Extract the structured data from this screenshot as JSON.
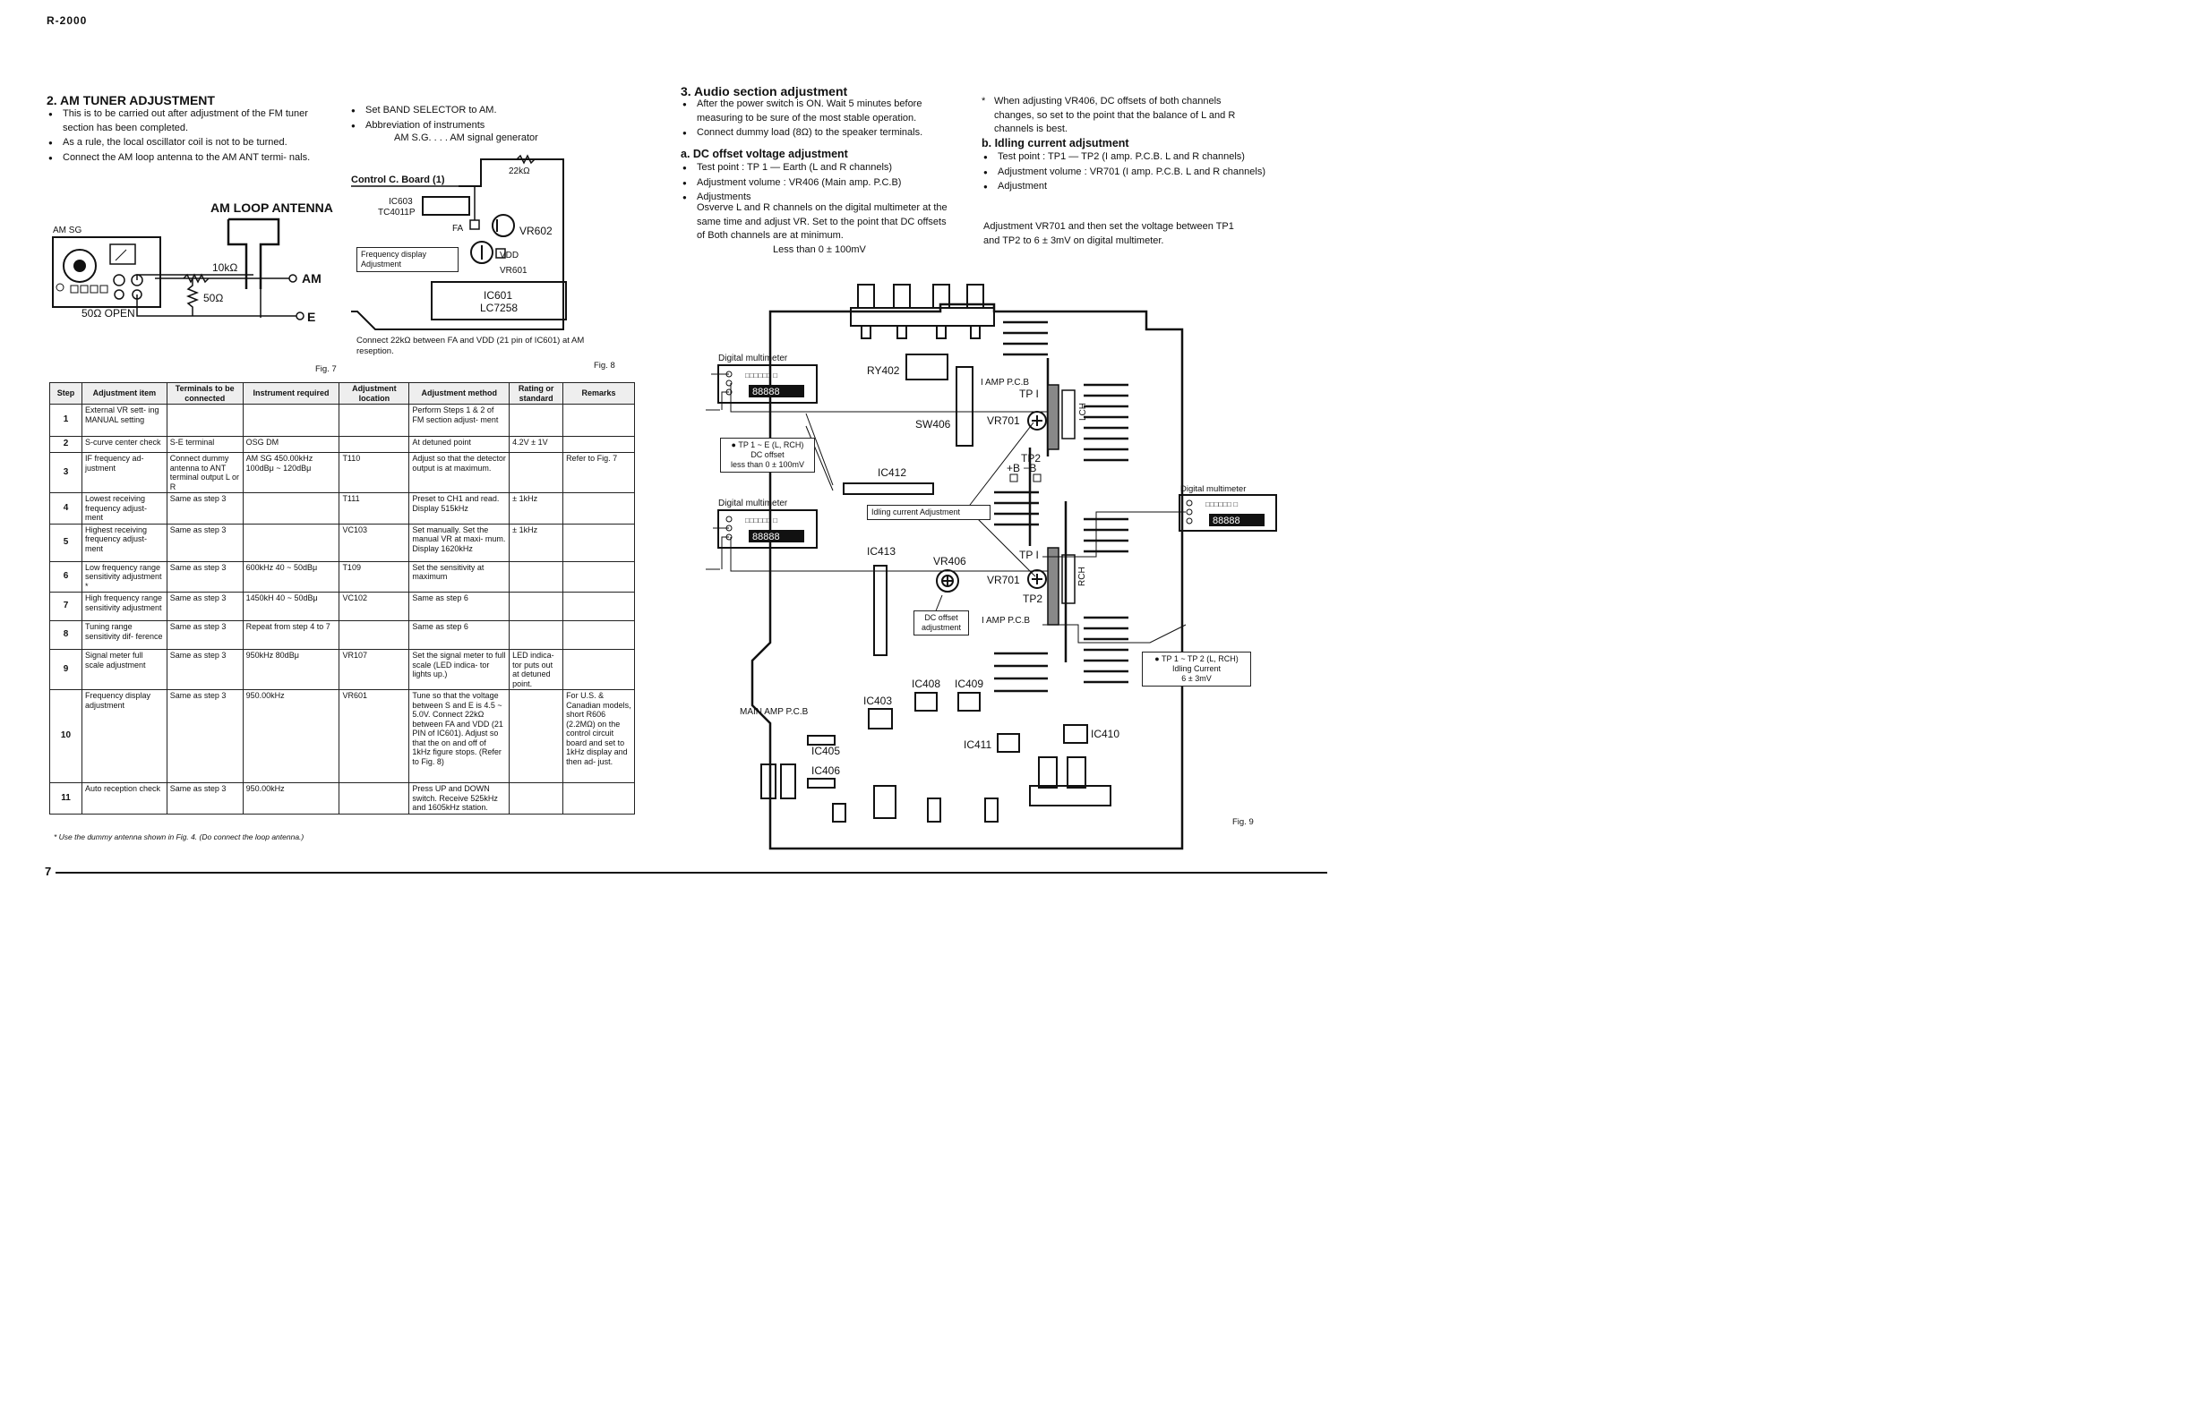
{
  "header": {
    "model": "R-2000",
    "page_number": "7"
  },
  "am": {
    "title": "2. AM TUNER ADJUSTMENT",
    "bullets": [
      "This is to be carried out after adjustment of the FM tuner section has been completed.",
      "As a rule, the local oscillator coil is not to be turned.",
      "Connect the AM loop antenna to the AM ANT termi- nals."
    ],
    "bullets_right": [
      "Set BAND SELECTOR to AM.",
      "Abbreviation of instruments"
    ],
    "abbr": "AM S.G. . . . AM signal generator",
    "fig7": {
      "loop_antenna": "AM LOOP ANTENNA",
      "am_sg": "AM SG",
      "r10k": "10kΩ",
      "r50": "50Ω",
      "open": "50Ω OPEN",
      "am_term": "AM",
      "e_term": "E",
      "caption": "Fig. 7"
    },
    "fig8": {
      "title": "Control C. Board (1)",
      "r22k": "22kΩ",
      "ic603": "IC603",
      "tc4011": "TC4011P",
      "fa": "FA",
      "vr602": "VR602",
      "vdd": "VDD",
      "vr601": "VR601",
      "freq_box": "Frequency display Adjustment",
      "ic601": "IC601",
      "lc7258": "LC7258",
      "note": "Connect 22kΩ between FA and VDD (21 pin of IC601) at AM reseption.",
      "caption": "Fig. 8"
    },
    "table": {
      "headers": [
        "Step",
        "Adjustment item",
        "Terminals to be connected",
        "Instrument required",
        "Adjustment location",
        "Adjustment method",
        "Rating or standard",
        "Remarks"
      ],
      "rows": [
        [
          "1",
          "External VR sett- ing MANUAL setting",
          "",
          "",
          "",
          "Perform Steps 1 & 2 of FM section adjust- ment",
          "",
          ""
        ],
        [
          "2",
          "S-curve center check",
          "S-E terminal",
          "OSG DM",
          "",
          "At detuned point",
          "4.2V ± 1V",
          ""
        ],
        [
          "3",
          "IF frequency ad- justment",
          "Connect dummy antenna to ANT terminal output L or R",
          "AM SG 450.00kHz 100dBμ ~ 120dBμ",
          "T110",
          "Adjust so that the detector output is at maximum.",
          "",
          "Refer to Fig. 7"
        ],
        [
          "4",
          "Lowest receiving frequency adjust- ment",
          "Same as step 3",
          "",
          "T111",
          "Preset to CH1 and read. Display 515kHz",
          "± 1kHz",
          ""
        ],
        [
          "5",
          "Highest receiving frequency adjust- ment",
          "Same as step 3",
          "",
          "VC103",
          "Set manually. Set the manual VR at maxi- mum. Display 1620kHz",
          "± 1kHz",
          ""
        ],
        [
          "6",
          "Low frequency range sensitivity adjustment *",
          "Same as step 3",
          "600kHz 40 ~ 50dBμ",
          "T109",
          "Set the sensitivity at maximum",
          "",
          ""
        ],
        [
          "7",
          "High frequency range sensitivity adjustment",
          "Same as step 3",
          "1450kH 40 ~ 50dBμ",
          "VC102",
          "Same as step 6",
          "",
          ""
        ],
        [
          "8",
          "Tuning range sensitivity dif- ference",
          "Same as step 3",
          "Repeat from step 4 to 7",
          "",
          "Same as step 6",
          "",
          ""
        ],
        [
          "9",
          "Signal meter full scale adjustment",
          "Same as step 3",
          "950kHz 80dBμ",
          "VR107",
          "Set the signal meter to full scale (LED indica- tor lights up.)",
          "LED indica- tor puts out at detuned point.",
          ""
        ],
        [
          "10",
          "Frequency display adjustment",
          "Same as step 3",
          "950.00kHz",
          "VR601",
          "Tune so that the voltage between S and E is 4.5 ~ 5.0V. Connect 22kΩ between FA and VDD (21 PIN of IC601). Adjust so that the on and off of 1kHz figure stops. (Refer to Fig. 8)",
          "",
          "For U.S. & Canadian models, short R606 (2.2MΩ) on the control circuit board and set to 1kHz display and then ad- just."
        ],
        [
          "11",
          "Auto reception check",
          "Same as step 3",
          "950.00kHz",
          "",
          "Press UP and DOWN switch. Receive 525kHz and 1605kHz station.",
          "",
          ""
        ]
      ],
      "footnote": "* Use the dummy antenna shown in Fig. 4. (Do connect the loop antenna.)"
    }
  },
  "audio": {
    "title": "3. Audio section adjustment",
    "bullets": [
      "After the power switch is ON. Wait 5 minutes before measuring to be sure of the most stable operation.",
      "Connect dummy load (8Ω) to the speaker terminals."
    ],
    "dc_title": "a. DC offset voltage adjustment",
    "dc_bullets": [
      "Test point : TP 1 — Earth (L and R channels)",
      "Adjustment volume : VR406 (Main amp. P.C.B)",
      "Adjustments"
    ],
    "dc_text": "Osverve L and R channels on the digital multimeter at the same time and adjust VR. Set to the point that DC offsets of Both channels are at minimum.",
    "dc_limit": "Less than 0 ± 100mV",
    "right_note": "When adjusting VR406, DC offsets of both channels changes, so set to the point that the balance of L and R channels is best.",
    "idle_title": "b. Idling current adjsutment",
    "idle_bullets": [
      "Test point : TP1 — TP2 (I amp. P.C.B. L and R channels)",
      "Adjustment volume : VR701 (I amp. P.C.B. L and R channels)",
      "Adjustment"
    ],
    "idle_text": "Adjustment VR701 and then set the voltage between TP1 and TP2 to 6 ± 3mV on digital multimeter."
  },
  "fig9": {
    "dm_label": "Digital multimeter",
    "dm_display": "88888",
    "dm_keys": "□□□□□□ □",
    "tp1_e": "● TP 1 ~ E (L, RCH)",
    "dc_offset": "DC offset",
    "dc_less": "less than 0 ± 100mV",
    "idling_box": "Idling current Adjustment",
    "dc_adj_box": "DC offset adjustment",
    "tp12": "● TP 1 ~ TP 2 (L, RCH)",
    "idle_current": "Idling Current",
    "idle_value": "6 ± 3mV",
    "ry402": "RY402",
    "sw406": "SW406",
    "ic412": "IC412",
    "ic413": "IC413",
    "vr406": "VR406",
    "vr701": "VR701",
    "tp1": "TP I",
    "tp1b": "TP I",
    "tp2": "TP2",
    "tp2b": "TP2",
    "pm": "+B  −B",
    "lch": "LCH",
    "rch": "RCH",
    "iamp": "I AMP P.C.B",
    "iamp2": "I AMP P.C.B",
    "main_amp": "MAIN AMP P.C.B",
    "ic403": "IC403",
    "ic405": "IC405",
    "ic406": "IC406",
    "ic408": "IC408",
    "ic409": "IC409",
    "ic410": "IC410",
    "ic411": "IC411",
    "caption": "Fig. 9"
  }
}
